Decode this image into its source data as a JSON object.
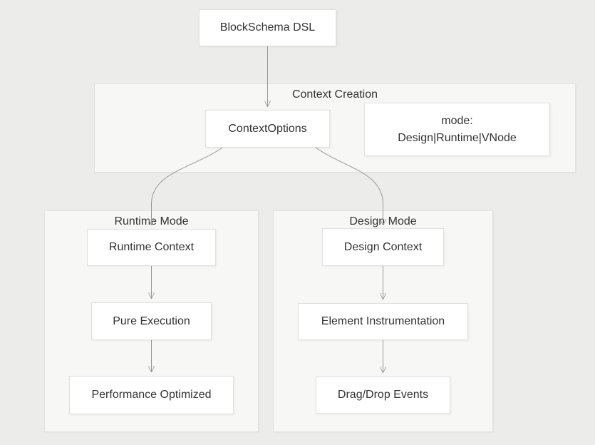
{
  "colors": {
    "background": "#ececea",
    "panel_fill": "#f7f7f6",
    "panel_border": "#e3e2e0",
    "node_fill": "#ffffff",
    "node_border": "#e2e0dd",
    "text": "#333333",
    "edge": "#989898",
    "arrowhead": "#8a8a8a"
  },
  "diagram": {
    "root_node": {
      "label": "BlockSchema DSL"
    },
    "context_creation": {
      "title": "Context Creation",
      "context_options": {
        "label": "ContextOptions"
      },
      "mode_note": {
        "line1": "mode:",
        "line2": "Design|Runtime|VNode"
      }
    },
    "runtime_mode": {
      "title": "Runtime Mode",
      "steps": [
        "Runtime Context",
        "Pure Execution",
        "Performance Optimized"
      ]
    },
    "design_mode": {
      "title": "Design Mode",
      "steps": [
        "Design Context",
        "Element Instrumentation",
        "Drag/Drop Events"
      ]
    }
  }
}
